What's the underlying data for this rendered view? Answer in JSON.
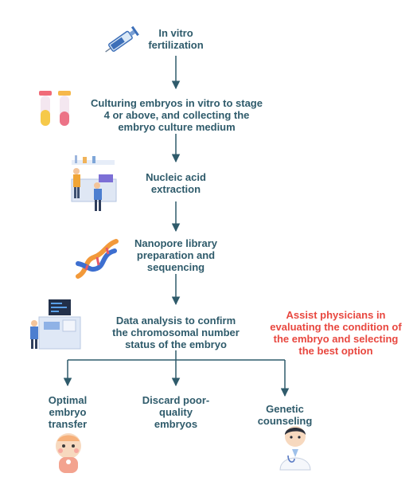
{
  "steps": {
    "ivf": "In vitro\nfertilization",
    "culture": "Culturing embryos in vitro to stage\n4 or above, and collecting the\nembryo culture medium",
    "extraction": "Nucleic acid\nextraction",
    "sequencing": "Nanopore library\npreparation and\nsequencing",
    "analysis": "Data analysis to confirm\nthe chromosomal number\nstatus of the embryo"
  },
  "note": "Assist physicians in\nevaluating the condition of\nthe embryo and selecting\nthe best option",
  "outcomes": {
    "transfer": "Optimal\nembryo\ntransfer",
    "discard": "Discard poor-\nquality\nembryos",
    "counseling": "Genetic\ncounseling"
  },
  "icons": [
    "syringe-icon",
    "test-tubes-icon",
    "lab-workers-icon",
    "dna-helix-icon",
    "computer-analyst-icon",
    "baby-icon",
    "doctor-icon"
  ],
  "colors": {
    "text": "#2f5b6b",
    "arrow": "#2f5b6b",
    "note": "#e8473f"
  }
}
